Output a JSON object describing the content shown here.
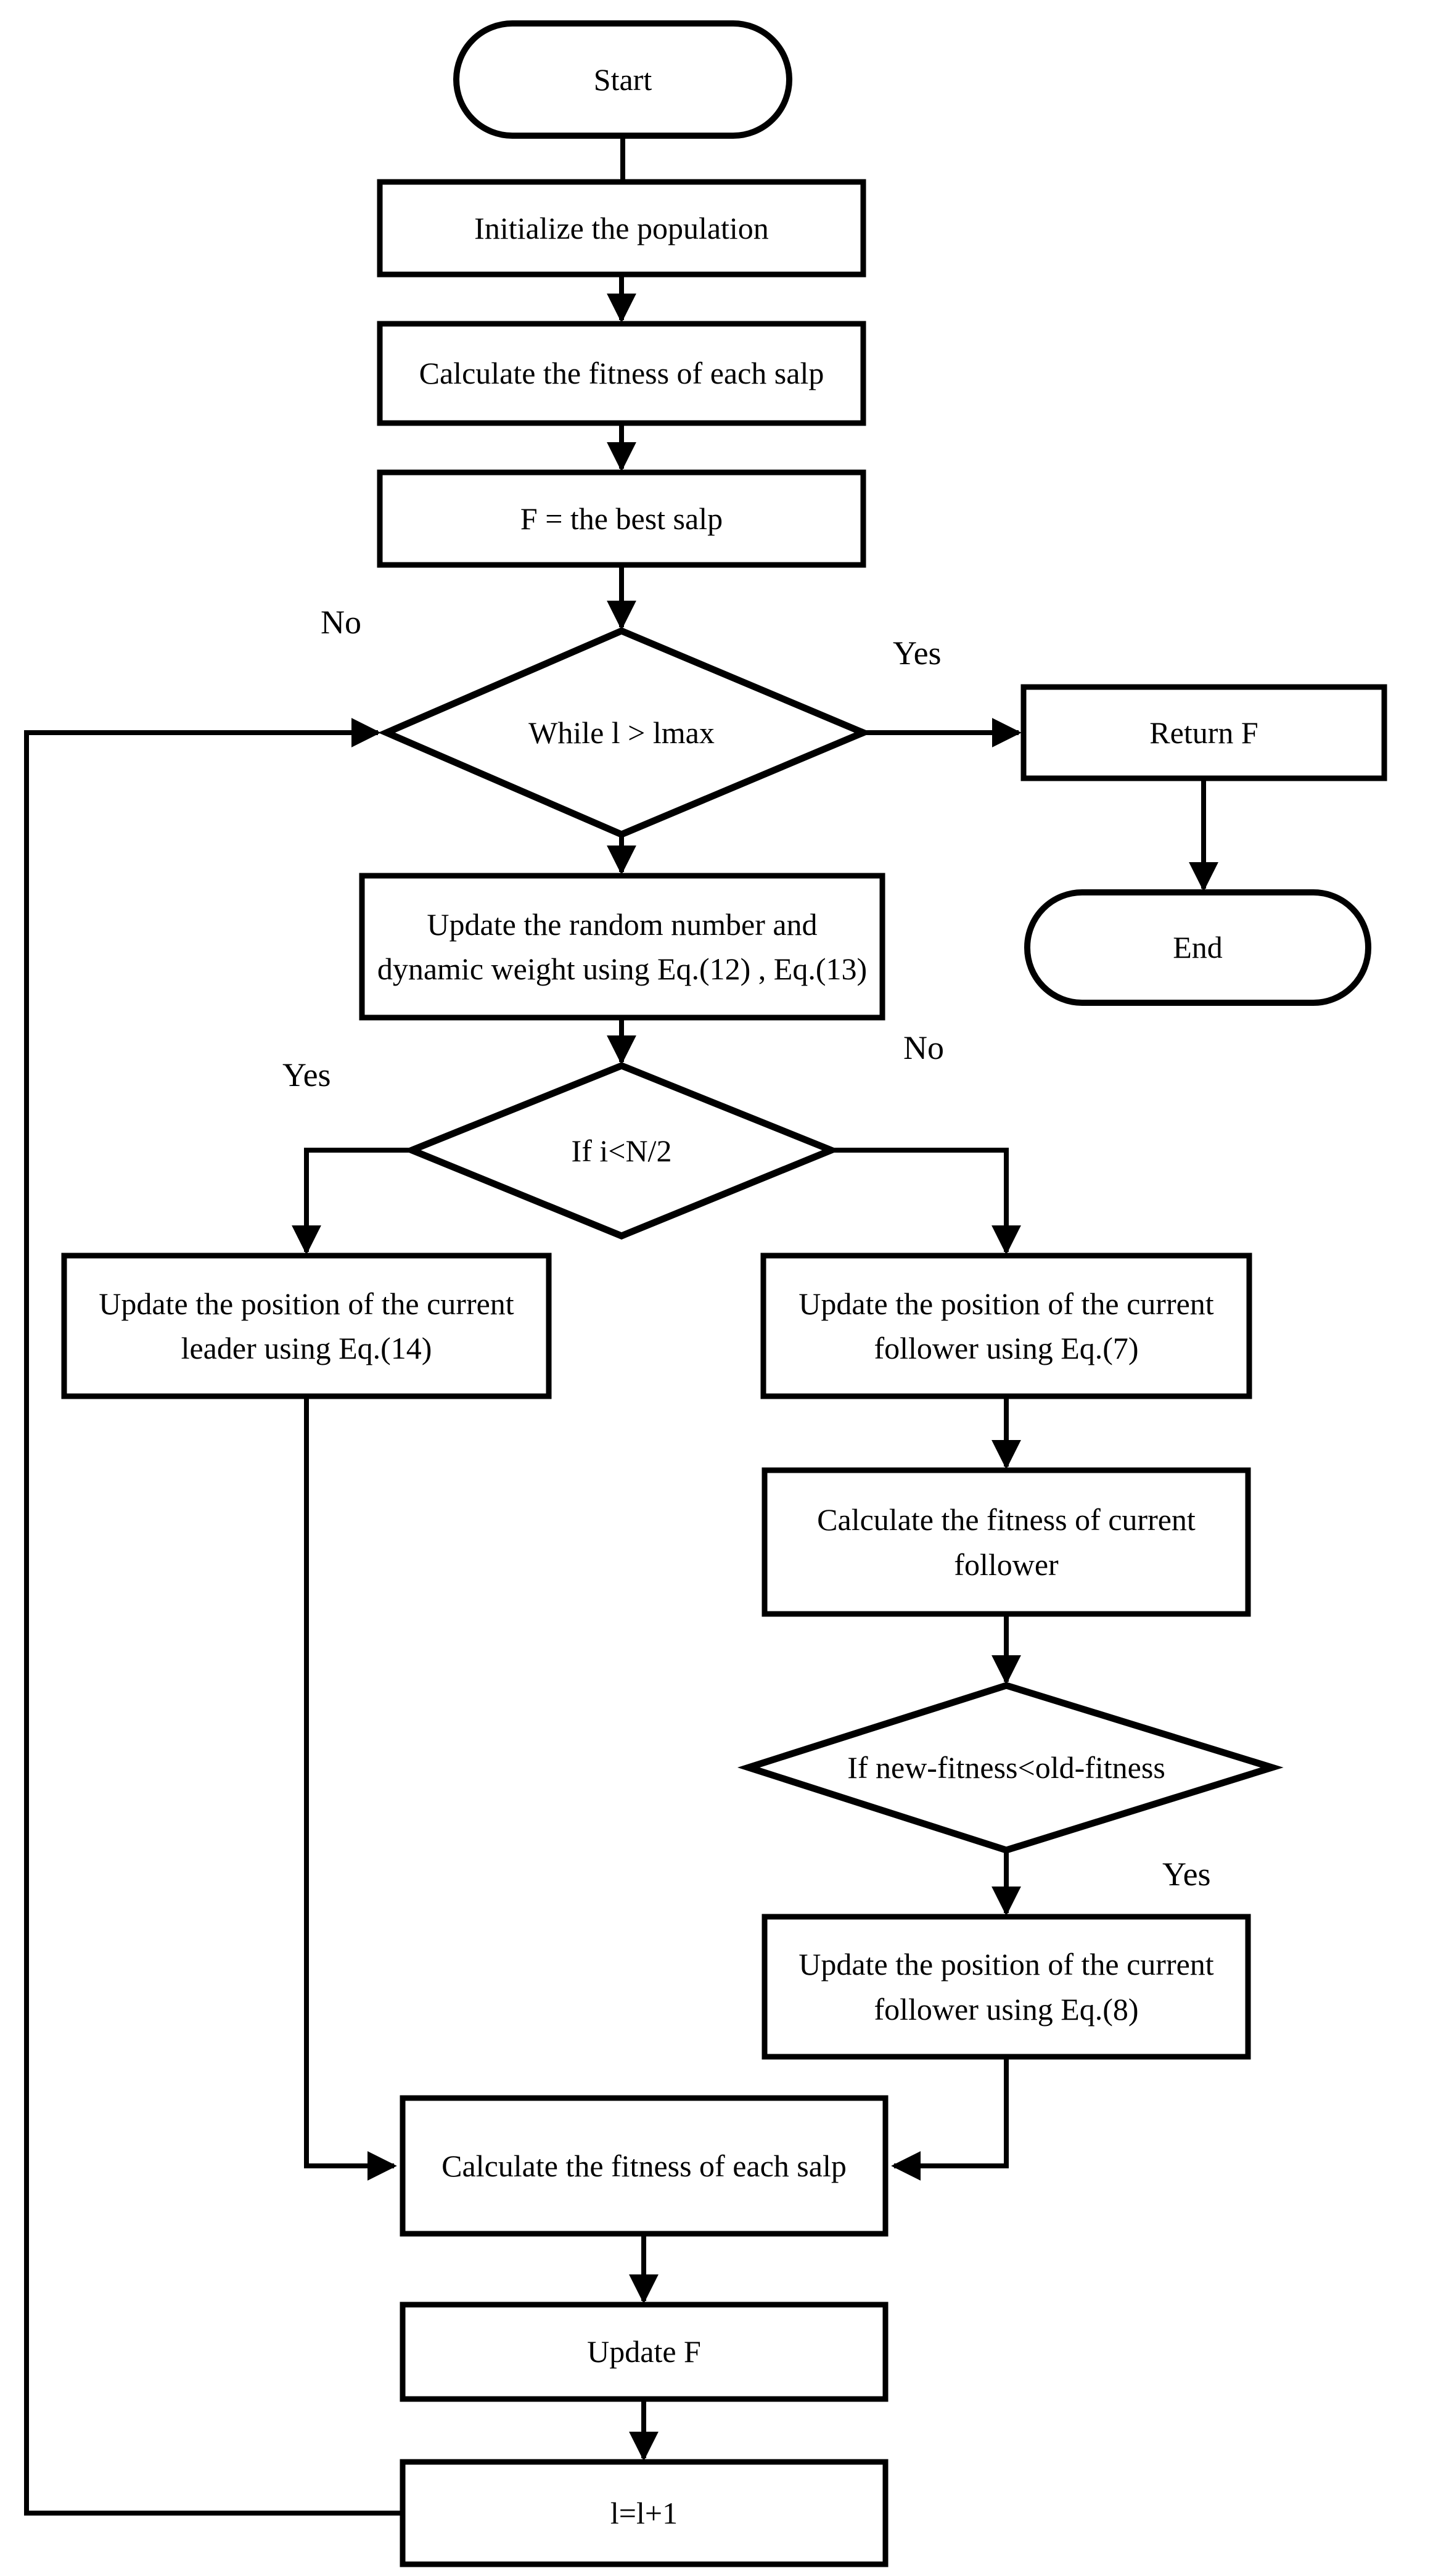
{
  "figure": {
    "background_color": "#ffffff",
    "line_color": "#000000",
    "nodes": {
      "start": "Start",
      "initialize": "Initialize the population",
      "calc_fitness_each_1": "Calculate the fitness of each salp",
      "f_best": "F = the best salp",
      "while_loop": "While l > lmax",
      "return_f": "Return F",
      "end": "End",
      "update_random": "Update the random number and dynamic weight using Eq.(12) , Eq.(13)",
      "if_half": "If i<N/2",
      "update_leader": "Update the position of the current leader using Eq.(14)",
      "update_follower_eq7": "Update the position of the current follower using Eq.(7)",
      "calc_fitness_follower": "Calculate the fitness of current follower",
      "if_new_fitness": "If new-fitness<old-fitness",
      "update_follower_eq8": "Update the position of the current follower using Eq.(8)",
      "calc_fitness_each_2": "Calculate the fitness of each salp",
      "update_f": "Update F",
      "increment_l": "l=l+1"
    },
    "edge_labels": {
      "while_no": "No",
      "while_yes": "Yes",
      "if_half_yes": "Yes",
      "if_half_no": "No",
      "if_new_fitness_yes": "Yes"
    }
  }
}
